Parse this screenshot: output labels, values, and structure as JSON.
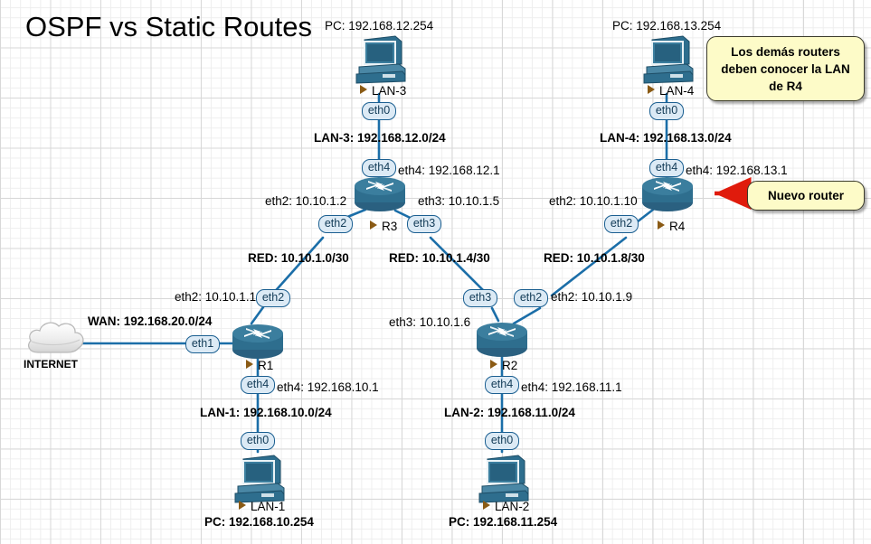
{
  "title": "OSPF vs Static Routes",
  "colors": {
    "device_fill": "#2e6e8e",
    "pill_fill": "#dceaf5",
    "pill_border": "#1b5f91",
    "link": "#1b6ea8",
    "note_fill": "#fdfbc8",
    "note_border": "#3a3a2a",
    "arrow": "#e01b0c",
    "triangle": "#8a5a14",
    "grid_minor": "#eeeeee",
    "grid_major": "#d8d8d8"
  },
  "devices": {
    "internet": {
      "name": "INTERNET",
      "icon": "cloud-icon"
    },
    "r1": {
      "name": "R1",
      "icon": "router-icon"
    },
    "r2": {
      "name": "R2",
      "icon": "router-icon"
    },
    "r3": {
      "name": "R3",
      "icon": "router-icon"
    },
    "r4": {
      "name": "R4",
      "icon": "router-icon"
    },
    "lan1": {
      "name": "LAN-1",
      "icon": "pc-icon"
    },
    "lan2": {
      "name": "LAN-2",
      "icon": "pc-icon"
    },
    "lan3": {
      "name": "LAN-3",
      "icon": "pc-icon"
    },
    "lan4": {
      "name": "LAN-4",
      "icon": "pc-icon"
    }
  },
  "ports": {
    "lan3_eth0": "eth0",
    "lan4_eth0": "eth0",
    "lan1_eth0": "eth0",
    "lan2_eth0": "eth0",
    "r3_eth4": "eth4",
    "r3_eth2": "eth2",
    "r3_eth3": "eth3",
    "r4_eth4": "eth4",
    "r4_eth2": "eth2",
    "r1_eth1": "eth1",
    "r1_eth2": "eth2",
    "r1_eth4": "eth4",
    "r2_eth3": "eth3",
    "r2_eth2": "eth2",
    "r2_eth4": "eth4"
  },
  "labels": {
    "pc_lan3": "PC: 192.168.12.254",
    "pc_lan4": "PC: 192.168.13.254",
    "pc_lan1": "PC: 192.168.10.254",
    "pc_lan2": "PC: 192.168.11.254",
    "lan3_net": "LAN-3: 192.168.12.0/24",
    "lan4_net": "LAN-4: 192.168.13.0/24",
    "lan1_net": "LAN-1: 192.168.10.0/24",
    "lan2_net": "LAN-2: 192.168.11.0/24",
    "wan_net": "WAN: 192.168.20.0/24",
    "r3_eth4_ip": "eth4: 192.168.12.1",
    "r4_eth4_ip": "eth4: 192.168.13.1",
    "r1_eth4_ip": "eth4: 192.168.10.1",
    "r2_eth4_ip": "eth4: 192.168.11.1",
    "r3_eth2_ip": "eth2: 10.10.1.2",
    "r3_eth3_ip": "eth3: 10.10.1.5",
    "r4_eth2_ip": "eth2: 10.10.1.10",
    "r1_eth2_ip": "eth2: 10.10.1.1",
    "r2_eth3_ip": "eth3: 10.10.1.6",
    "r2_eth2_ip": "eth2: 10.10.1.9",
    "red_1": "RED: 10.10.1.0/30",
    "red_2": "RED: 10.10.1.4/30",
    "red_3": "RED: 10.10.1.8/30"
  },
  "notes": {
    "note_r4_lan": "Los demás routers deben conocer la LAN de R4",
    "note_new_router": "Nuevo router"
  }
}
